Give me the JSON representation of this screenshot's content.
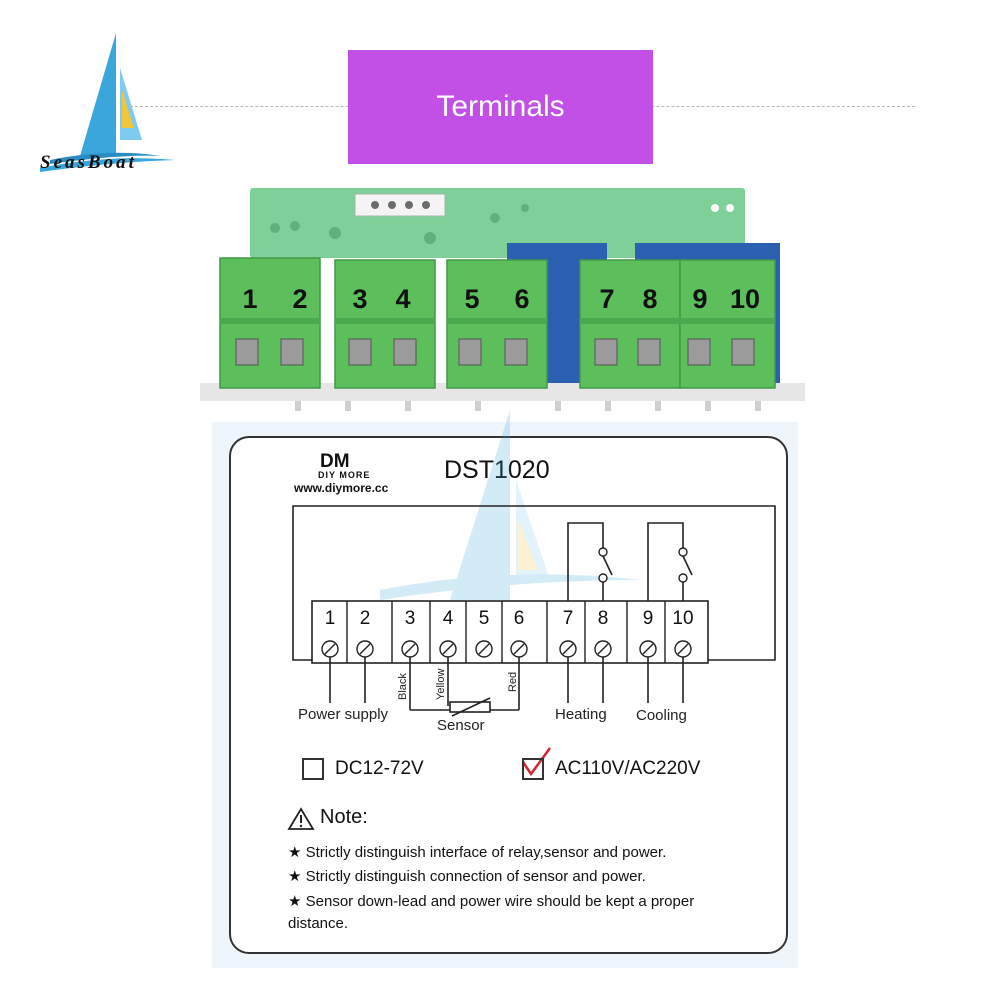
{
  "brand": {
    "name": "SeasBoat",
    "icon": "sailboat-logo"
  },
  "banner": {
    "title": "Terminals"
  },
  "board": {
    "terminal_numbers": [
      "1",
      "2",
      "3",
      "4",
      "5",
      "6",
      "7",
      "8",
      "9",
      "10"
    ]
  },
  "diagram": {
    "maker_logo": "DM",
    "maker_sub": "DIY MORE",
    "maker_url": "www.diymore.cc",
    "model": "DST1020",
    "connector_numbers": [
      "1",
      "2",
      "3",
      "4",
      "5",
      "6",
      "7",
      "8",
      "9",
      "10"
    ],
    "wire_colors": {
      "black": "Black",
      "yellow": "Yellow",
      "red": "Red"
    },
    "labels": {
      "power_supply": "Power supply",
      "sensor": "Sensor",
      "heating": "Heating",
      "cooling": "Cooling"
    },
    "options": [
      {
        "label": "DC12-72V",
        "checked": false
      },
      {
        "label": "AC110V/AC220V",
        "checked": true
      }
    ],
    "note": {
      "title": "Note:",
      "items": [
        "Strictly distinguish interface of relay,sensor and power.",
        "Strictly distinguish connection of sensor and power.",
        "Sensor down-lead and power wire should be kept a proper distance."
      ]
    }
  },
  "colors": {
    "banner": "#c24fe6",
    "terminal_green": "#5cbf5c",
    "pcb_green": "#7ecf98",
    "relay_blue": "#2b5fb0",
    "check_red": "#d8242c"
  }
}
